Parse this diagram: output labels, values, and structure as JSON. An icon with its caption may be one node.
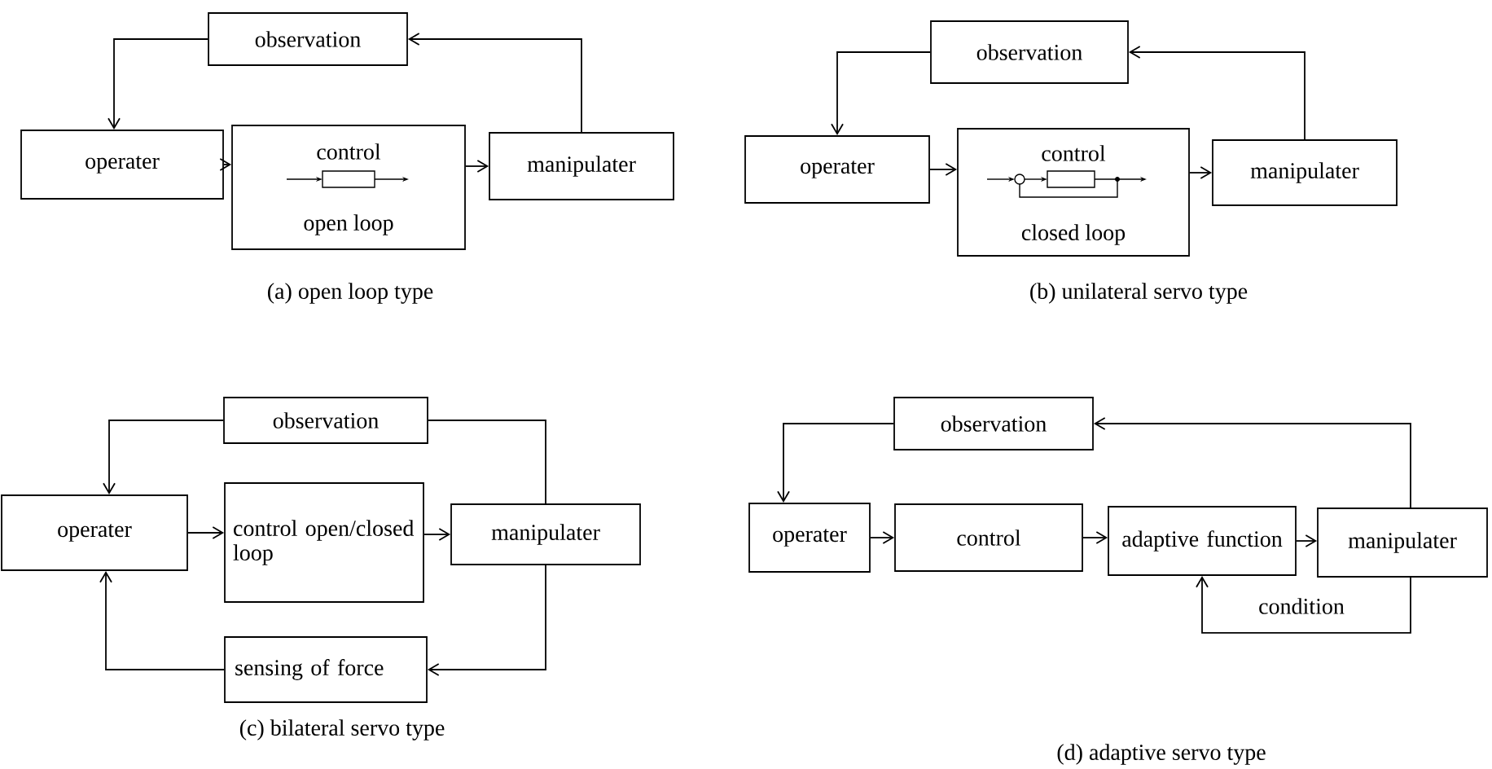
{
  "diagram": {
    "nodes": [
      {
        "text": [
          "observation"
        ]
      },
      {
        "text": [
          "operater"
        ]
      },
      {
        "text": [
          "control",
          "open loop"
        ]
      },
      {
        "text": [
          "manipulater"
        ]
      },
      {
        "text": [
          "observation"
        ]
      },
      {
        "text": [
          "operater"
        ]
      },
      {
        "text": [
          "control",
          "closed loop"
        ]
      },
      {
        "text": [
          "manipulater"
        ]
      },
      {
        "text": [
          "observation"
        ]
      },
      {
        "text": [
          "operater"
        ]
      },
      {
        "text": [
          "control open/closed loop"
        ]
      },
      {
        "text": [
          "manipulater"
        ]
      },
      {
        "text": [
          "sensing of force"
        ]
      },
      {
        "text": [
          "observation"
        ]
      },
      {
        "text": [
          "operater"
        ]
      },
      {
        "text": [
          "control"
        ]
      },
      {
        "text": [
          "adaptive function"
        ]
      },
      {
        "text": [
          "manipulater"
        ]
      }
    ],
    "edges": [
      {
        "from": 0,
        "to": 1,
        "arrow": "to"
      },
      {
        "from": 1,
        "to": 2,
        "arrow": "to"
      },
      {
        "from": 2,
        "to": 3,
        "arrow": "to"
      },
      {
        "from": 3,
        "to": 0,
        "arrow": "to"
      },
      {
        "from": 4,
        "to": 5,
        "arrow": "to"
      },
      {
        "from": 5,
        "to": 6,
        "arrow": "to"
      },
      {
        "from": 6,
        "to": 7,
        "arrow": "to"
      },
      {
        "from": 7,
        "to": 4,
        "arrow": "to"
      },
      {
        "from": 8,
        "to": 9,
        "arrow": "to"
      },
      {
        "from": 9,
        "to": 10,
        "arrow": "to"
      },
      {
        "from": 10,
        "to": 11,
        "arrow": "to"
      },
      {
        "from": 11,
        "to": 8,
        "arrow": "none"
      },
      {
        "from": 11,
        "to": 12,
        "arrow": "to"
      },
      {
        "from": 12,
        "to": 9,
        "arrow": "to"
      },
      {
        "from": 13,
        "to": 14,
        "arrow": "to"
      },
      {
        "from": 14,
        "to": 15,
        "arrow": "to"
      },
      {
        "from": 15,
        "to": 16,
        "arrow": "to"
      },
      {
        "from": 16,
        "to": 17,
        "arrow": "to"
      },
      {
        "from": 17,
        "to": 13,
        "arrow": "to"
      },
      {
        "from": 17,
        "to": 16,
        "arrow": "to",
        "label": "condition"
      }
    ],
    "labels": [
      "(a) open loop type",
      "(b) unilateral servo type",
      "(c) bilateral servo type",
      "(d) adaptive servo type"
    ]
  }
}
